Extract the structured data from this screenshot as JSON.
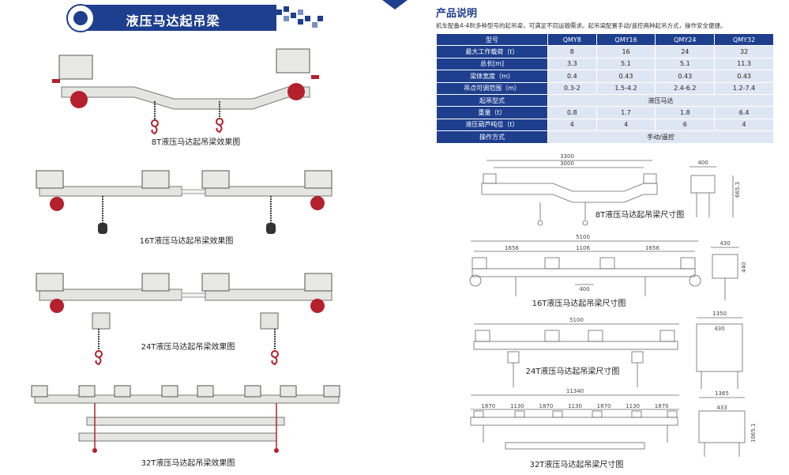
{
  "header": {
    "title": "液压马达起吊梁"
  },
  "product": {
    "section_title": "产品说明",
    "description": "机车配备4-48t多种型号的起吊梁，可满足不同运输需求。起吊梁配置手动/遥控两种起吊方式，操作安全便捷。",
    "table": {
      "columns": [
        "型号",
        "QMY8",
        "QMY16",
        "QMY24",
        "QMY32"
      ],
      "rows": [
        {
          "label": "最大工作载荷（t）",
          "values": [
            "8",
            "16",
            "24",
            "32"
          ]
        },
        {
          "label": "总长[m]",
          "values": [
            "3.3",
            "5.1",
            "5.1",
            "11.3"
          ]
        },
        {
          "label": "梁体宽度（m）",
          "values": [
            "0.4",
            "0.43",
            "0.43",
            "0.43"
          ]
        },
        {
          "label": "吊点可调范围（m）",
          "values": [
            "0.3-2",
            "1.5-4.2",
            "2.4-6.2",
            "1.2-7.4"
          ]
        },
        {
          "label": "起吊型式",
          "merged": "液压马达"
        },
        {
          "label": "重量（t）",
          "values": [
            "0.8",
            "1.7",
            "1.8",
            "6.4"
          ]
        },
        {
          "label": "液压葫芦吨位（t）",
          "values": [
            "4",
            "4",
            "6",
            "4"
          ]
        },
        {
          "label": "操作方式",
          "merged": "手动/遥控"
        }
      ]
    }
  },
  "effect_captions": [
    "8T液压马达起吊梁效果图",
    "16T液压马达起吊梁效果图",
    "24T液压马达起吊梁效果图",
    "32T液压马达起吊梁效果图"
  ],
  "dimension_captions": [
    "8T液压马达起吊梁尺寸图",
    "16T液压马达起吊梁尺寸图",
    "24T液压马达起吊梁尺寸图",
    "32T液压马达起吊梁尺寸图"
  ],
  "dimensions": {
    "d8": {
      "overall": "3300",
      "inner": "3000",
      "side_width": "400",
      "side_height": "665.3"
    },
    "d16": {
      "overall": "5100",
      "left": "1656",
      "mid": "1106",
      "right": "1656",
      "gap": "400",
      "side_width": "430",
      "side_height": "440"
    },
    "d24": {
      "overall": "5100",
      "side_width": "1350",
      "side_inner": "430"
    },
    "d32": {
      "overall": "11340",
      "segments": [
        "1870",
        "1130",
        "1870",
        "1130",
        "1870",
        "1130",
        "1870"
      ],
      "side_width": "1365",
      "side_inner": "433",
      "side_height": "1065.1"
    }
  },
  "colors": {
    "accent": "#1e3f8e",
    "cell_fill": "#dfe6f3",
    "beam": "#e4e4e0",
    "wheel": "#b4202c"
  }
}
